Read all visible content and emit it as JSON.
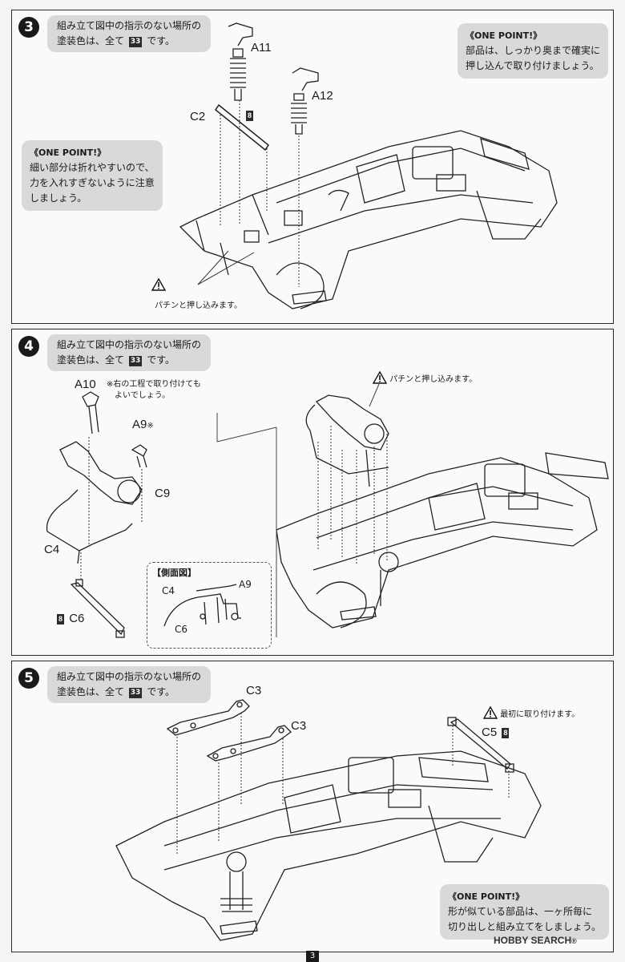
{
  "steps": [
    {
      "number": "3",
      "instruction_line1": "組み立て図中の指示のない場所の",
      "instruction_line2_prefix": "塗装色は、全て",
      "paint_code": "33",
      "instruction_line2_suffix": "です。",
      "one_points": [
        {
          "title": "《ONE POINT!》",
          "line1": "部品は、しっかり奥まで確実に",
          "line2": "押し込んで取り付けましょう。"
        },
        {
          "title": "《ONE POINT!》",
          "line1": "細い部分は折れやすいので、",
          "line2": "力を入れすぎないように注意",
          "line3": "しましょう。"
        }
      ],
      "parts": {
        "a11": "A11",
        "a12": "A12",
        "c2": "C2",
        "c2_color": "8"
      },
      "warning": "パチンと押し込みます。"
    },
    {
      "number": "4",
      "instruction_line1": "組み立て図中の指示のない場所の",
      "instruction_line2_prefix": "塗装色は、全て",
      "paint_code": "33",
      "instruction_line2_suffix": "です。",
      "parts": {
        "a10": "A10",
        "a9": "A9",
        "a9_mark": "※",
        "c9": "C9",
        "c4": "C4",
        "c6": "C6",
        "c6_color": "8"
      },
      "a10_note_line1": "※右の工程で取り付けても",
      "a10_note_line2": "よいでしょう。",
      "side_view": {
        "title": "【側面図】",
        "c4": "C4",
        "a9": "A9",
        "c6": "C6"
      },
      "warning": "パチンと押し込みます。"
    },
    {
      "number": "5",
      "instruction_line1": "組み立て図中の指示のない場所の",
      "instruction_line2_prefix": "塗装色は、全て",
      "paint_code": "33",
      "instruction_line2_suffix": "です。",
      "parts": {
        "c3_top": "C3",
        "c3_bottom": "C3",
        "c5": "C5",
        "c5_color": "8"
      },
      "warning": "最初に取り付けます。",
      "one_points": [
        {
          "title": "《ONE POINT!》",
          "line1": "形が似ている部品は、一ヶ所毎に",
          "line2": "切り出しと組み立てをしましょう。"
        }
      ]
    }
  ],
  "footer": {
    "page": "3",
    "watermark": "HOBBY SEARCH",
    "watermark_reg": "®"
  }
}
